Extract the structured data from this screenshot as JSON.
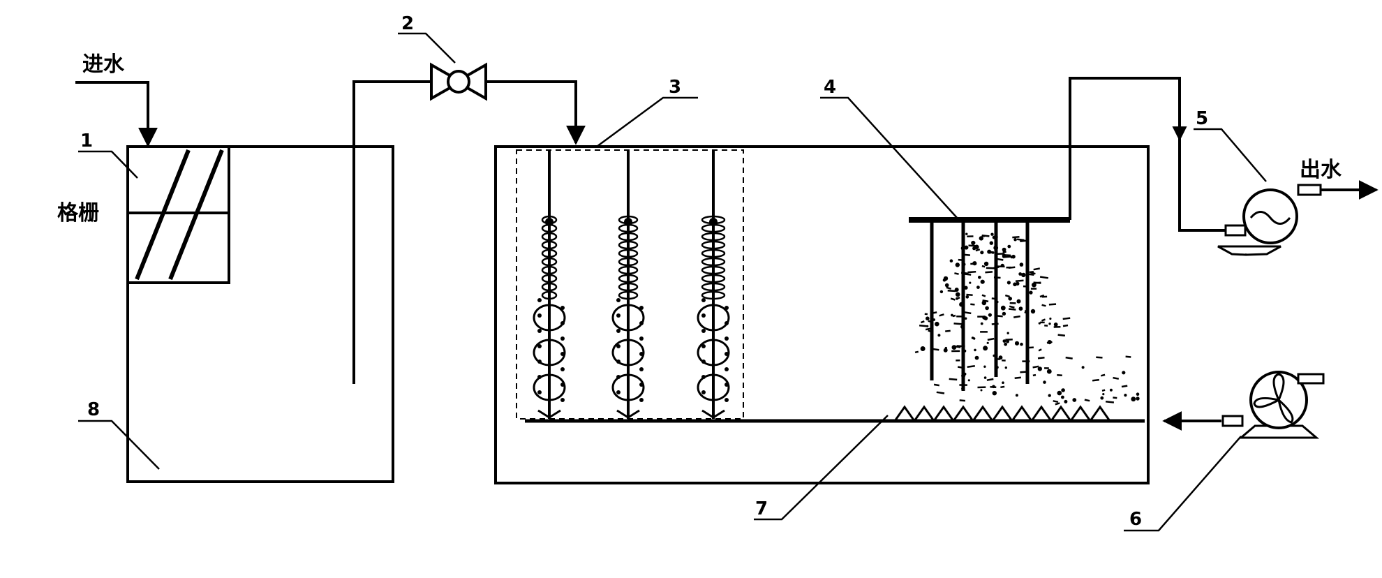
{
  "labels": {
    "inlet": "进水",
    "screen": "格栅",
    "outlet": "出水",
    "n1": "1",
    "n2": "2",
    "n3": "3",
    "n4": "4",
    "n5": "5",
    "n6": "6",
    "n7": "7",
    "n8": "8"
  },
  "colors": {
    "line": "#000000",
    "background": "#ffffff"
  }
}
